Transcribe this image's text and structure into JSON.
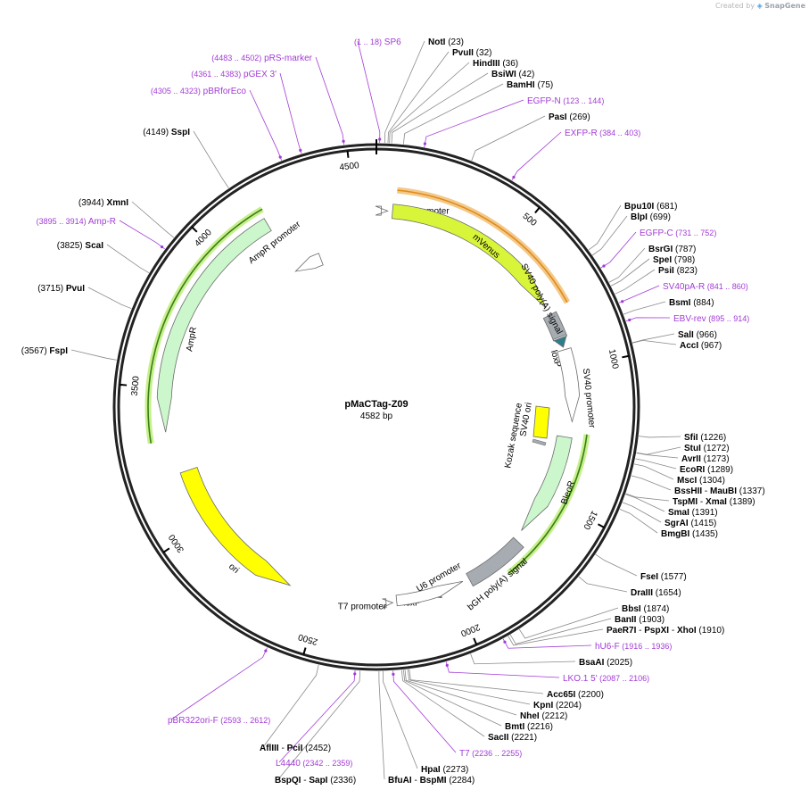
{
  "credit": {
    "prefix": "Created by",
    "brand": "SnapGene"
  },
  "map": {
    "name": "pMaCTag-Z09",
    "size_label": "4582 bp",
    "length": 4582,
    "ticks": [
      "500",
      "1000",
      "1500",
      "2000",
      "2500",
      "3000",
      "3500",
      "4000",
      "4500"
    ],
    "enzymes": [
      {
        "name": "NotI",
        "pos": "(23)"
      },
      {
        "name": "PvuII",
        "pos": "(32)"
      },
      {
        "name": "HindIII",
        "pos": "(36)"
      },
      {
        "name": "BsiWI",
        "pos": "(42)"
      },
      {
        "name": "BamHI",
        "pos": "(75)"
      },
      {
        "name": "PasI",
        "pos": "(269)"
      },
      {
        "name": "Bpu10I",
        "pos": "(681)"
      },
      {
        "name": "BlpI",
        "pos": "(699)"
      },
      {
        "name": "BsrGI",
        "pos": "(787)"
      },
      {
        "name": "SpeI",
        "pos": "(798)"
      },
      {
        "name": "PsiI",
        "pos": "(823)"
      },
      {
        "name": "BsmI",
        "pos": "(884)"
      },
      {
        "name": "SalI",
        "pos": "(966)"
      },
      {
        "name": "AccI",
        "pos": "(967)"
      },
      {
        "name": "SfiI",
        "pos": "(1226)"
      },
      {
        "name": "StuI",
        "pos": "(1272)"
      },
      {
        "name": "AvrII",
        "pos": "(1273)"
      },
      {
        "name": "EcoRI",
        "pos": "(1289)"
      },
      {
        "name": "MscI",
        "pos": "(1304)"
      },
      {
        "name": "BssHII",
        "name2": "MauBI",
        "pos": "(1337)"
      },
      {
        "name": "TspMI",
        "name2": "XmaI",
        "pos": "(1389)"
      },
      {
        "name": "SmaI",
        "pos": "(1391)"
      },
      {
        "name": "SgrAI",
        "pos": "(1415)"
      },
      {
        "name": "BmgBI",
        "pos": "(1435)"
      },
      {
        "name": "FseI",
        "pos": "(1577)"
      },
      {
        "name": "DraIII",
        "pos": "(1654)"
      },
      {
        "name": "BbsI",
        "pos": "(1874)"
      },
      {
        "name": "BanII",
        "pos": "(1903)"
      },
      {
        "name": "PaeR7I",
        "name2": "PspXI",
        "name3": "XhoI",
        "pos": "(1910)"
      },
      {
        "name": "BsaAI",
        "pos": "(2025)"
      },
      {
        "name": "Acc65I",
        "pos": "(2200)"
      },
      {
        "name": "KpnI",
        "pos": "(2204)"
      },
      {
        "name": "NheI",
        "pos": "(2212)"
      },
      {
        "name": "BmtI",
        "pos": "(2216)"
      },
      {
        "name": "SacII",
        "pos": "(2221)"
      },
      {
        "name": "HpaI",
        "pos": "(2273)"
      },
      {
        "name": "BfuAI",
        "name2": "BspMI",
        "pos": "(2284)"
      },
      {
        "name": "BspQI",
        "name2": "SapI",
        "pos": "(2336)"
      },
      {
        "name": "AflIII",
        "name2": "PciI",
        "pos": "(2452)"
      },
      {
        "name": "FspI",
        "pos": "(3567)"
      },
      {
        "name": "PvuI",
        "pos": "(3715)"
      },
      {
        "name": "ScaI",
        "pos": "(3825)"
      },
      {
        "name": "XmnI",
        "pos": "(3944)"
      },
      {
        "name": "SspI",
        "pos": "(4149)"
      }
    ],
    "primers": [
      {
        "name": "SP6",
        "range": "(1 .. 18)"
      },
      {
        "name": "EGFP-N",
        "range": "(123 .. 144)"
      },
      {
        "name": "EXFP-R",
        "range": "(384 .. 403)"
      },
      {
        "name": "EGFP-C",
        "range": "(731 .. 752)"
      },
      {
        "name": "SV40pA-R",
        "range": "(841 .. 860)"
      },
      {
        "name": "EBV-rev",
        "range": "(895 .. 914)"
      },
      {
        "name": "hU6-F",
        "range": "(1916 .. 1936)"
      },
      {
        "name": "LKO.1 5'",
        "range": "(2087 .. 2106)"
      },
      {
        "name": "T7",
        "range": "(2236 .. 2255)"
      },
      {
        "name": "L4440",
        "range": "(2342 .. 2359)"
      },
      {
        "name": "pBR322ori-F",
        "range": "(2593 .. 2612)"
      },
      {
        "name": "Amp-R",
        "range": "(3895 .. 3914)"
      },
      {
        "name": "pBRforEco",
        "range": "(4305 .. 4323)"
      },
      {
        "name": "pGEX 3'",
        "range": "(4361 .. 4383)"
      },
      {
        "name": "pRS-marker",
        "range": "(4483 .. 4502)"
      }
    ],
    "features": [
      {
        "name": "SP6 promoter"
      },
      {
        "name": "mVenus"
      },
      {
        "name": "SV40 poly(A) signal"
      },
      {
        "name": "loxP"
      },
      {
        "name": "SV40 promoter"
      },
      {
        "name": "SV40 ori"
      },
      {
        "name": "Kozak sequence"
      },
      {
        "name": "BleoR"
      },
      {
        "name": "bGH poly(A) signal"
      },
      {
        "name": "U6 promoter"
      },
      {
        "name": "loxP"
      },
      {
        "name": "T7 promoter"
      },
      {
        "name": "ori"
      },
      {
        "name": "AmpR"
      },
      {
        "name": "AmpR promoter"
      }
    ],
    "colors": {
      "backbone": "#222222",
      "enzyme_line": "#8a8a8a",
      "primer": "#a23bd6",
      "mvenus": "#d9f53a",
      "ori": "#ffff00",
      "ampr": "#ccf7cc",
      "bleor": "#ccf7cc",
      "polyA": "#a7acb2",
      "loxp": "#2e7d8c",
      "orf_line": "#e08a1a",
      "orf_glow": "#f3c98a",
      "green_line": "#3a7d1a",
      "green_glow": "#c6f08a"
    }
  }
}
